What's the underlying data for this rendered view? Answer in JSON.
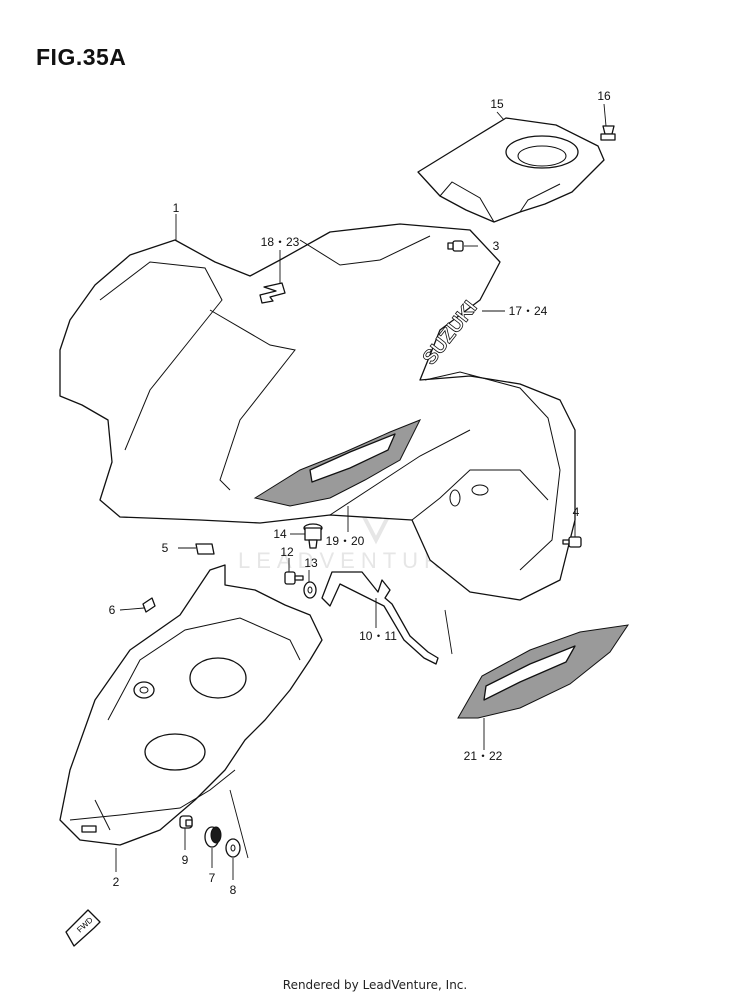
{
  "figure": {
    "title": "FIG.35A",
    "footer": "Rendered by LeadVenture, Inc.",
    "watermark": "LEADVENTURE",
    "brand_text": "SUZUKI",
    "forward_marker": "FWD"
  },
  "callouts": [
    {
      "id": "c1",
      "label": "1"
    },
    {
      "id": "c2",
      "label": "2"
    },
    {
      "id": "c3",
      "label": "3"
    },
    {
      "id": "c4",
      "label": "4"
    },
    {
      "id": "c5",
      "label": "5"
    },
    {
      "id": "c6",
      "label": "6"
    },
    {
      "id": "c7",
      "label": "7"
    },
    {
      "id": "c8",
      "label": "8"
    },
    {
      "id": "c9",
      "label": "9"
    },
    {
      "id": "c10",
      "label": "10・11"
    },
    {
      "id": "c12",
      "label": "12"
    },
    {
      "id": "c13",
      "label": "13"
    },
    {
      "id": "c14",
      "label": "14"
    },
    {
      "id": "c15",
      "label": "15"
    },
    {
      "id": "c16",
      "label": "16"
    },
    {
      "id": "c17",
      "label": "17・24"
    },
    {
      "id": "c18",
      "label": "18・23"
    },
    {
      "id": "c19",
      "label": "19・20"
    },
    {
      "id": "c21",
      "label": "21・22"
    }
  ]
}
